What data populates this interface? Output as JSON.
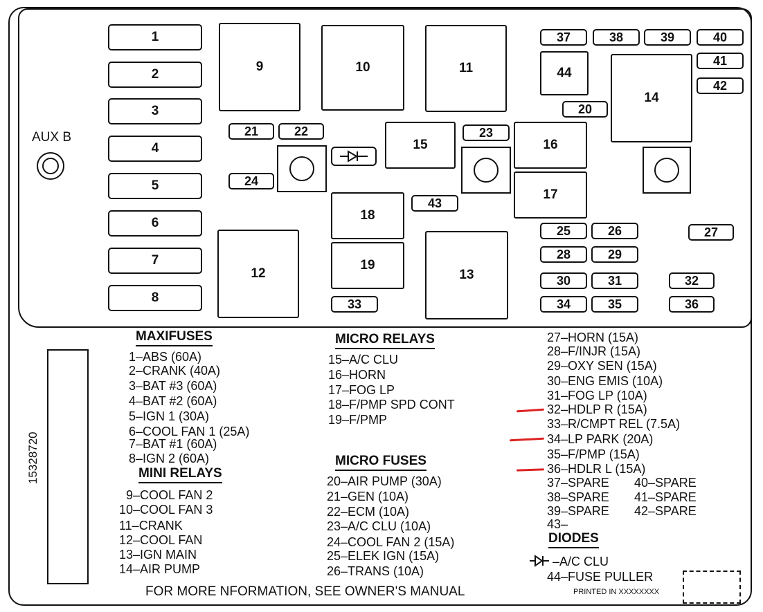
{
  "aux_label": "AUX B",
  "boxes": [
    {
      "id": "1",
      "label": "1"
    },
    {
      "id": "2",
      "label": "2"
    },
    {
      "id": "3",
      "label": "3"
    },
    {
      "id": "4",
      "label": "4"
    },
    {
      "id": "5",
      "label": "5"
    },
    {
      "id": "6",
      "label": "6"
    },
    {
      "id": "7",
      "label": "7"
    },
    {
      "id": "8",
      "label": "8"
    },
    {
      "id": "9",
      "label": "9"
    },
    {
      "id": "10",
      "label": "10"
    },
    {
      "id": "11",
      "label": "11"
    },
    {
      "id": "12",
      "label": "12"
    },
    {
      "id": "13",
      "label": "13"
    },
    {
      "id": "14",
      "label": "14"
    },
    {
      "id": "15",
      "label": "15"
    },
    {
      "id": "16",
      "label": "16"
    },
    {
      "id": "17",
      "label": "17"
    },
    {
      "id": "18",
      "label": "18"
    },
    {
      "id": "19",
      "label": "19"
    },
    {
      "id": "20",
      "label": "20"
    },
    {
      "id": "21",
      "label": "21"
    },
    {
      "id": "22",
      "label": "22"
    },
    {
      "id": "23",
      "label": "23"
    },
    {
      "id": "24",
      "label": "24"
    },
    {
      "id": "25",
      "label": "25"
    },
    {
      "id": "26",
      "label": "26"
    },
    {
      "id": "27",
      "label": "27"
    },
    {
      "id": "28",
      "label": "28"
    },
    {
      "id": "29",
      "label": "29"
    },
    {
      "id": "30",
      "label": "30"
    },
    {
      "id": "31",
      "label": "31"
    },
    {
      "id": "32",
      "label": "32"
    },
    {
      "id": "33",
      "label": "33"
    },
    {
      "id": "34",
      "label": "34"
    },
    {
      "id": "35",
      "label": "35"
    },
    {
      "id": "36",
      "label": "36"
    },
    {
      "id": "37",
      "label": "37"
    },
    {
      "id": "38",
      "label": "38"
    },
    {
      "id": "39",
      "label": "39"
    },
    {
      "id": "40",
      "label": "40"
    },
    {
      "id": "41",
      "label": "41"
    },
    {
      "id": "42",
      "label": "42"
    },
    {
      "id": "43",
      "label": "43"
    },
    {
      "id": "44",
      "label": "44"
    }
  ],
  "legend": {
    "maxifuses": {
      "title": "MAXIFUSES",
      "items": [
        "1–ABS (60A)",
        "2–CRANK (40A)",
        "3–BAT #3 (60A)",
        "4–BAT #2 (60A)",
        "5–IGN 1 (30A)",
        "6–COOL FAN 1 (25A)",
        "7–BAT #1 (60A)",
        "8–IGN 2 (60A)"
      ]
    },
    "mini_relays": {
      "title": "MINI RELAYS",
      "items": [
        "9–COOL FAN 2",
        "10–COOL FAN 3",
        "11–CRANK",
        "12–COOL FAN",
        "13–IGN MAIN",
        "14–AIR PUMP"
      ]
    },
    "micro_relays": {
      "title": "MICRO RELAYS",
      "items": [
        "15–A/C CLU",
        "16–HORN",
        "17–FOG LP",
        "18–F/PMP SPD CONT",
        "19–F/PMP"
      ]
    },
    "micro_fuses": {
      "title": "MICRO FUSES",
      "items": [
        "20–AIR PUMP (30A)",
        "21–GEN (10A)",
        "22–ECM (10A)",
        "23–A/C CLU (10A)",
        "24–COOL FAN 2 (15A)",
        "25–ELEK IGN (15A)",
        "26–TRANS (10A)"
      ]
    },
    "right_col": [
      "27–HORN (15A)",
      "28–F/INJR (15A)",
      "29–OXY SEN (15A)",
      "30–ENG EMIS (10A)",
      "31–FOG LP (10A)",
      "32–HDLP R (15A)",
      "33–R/CMPT REL (7.5A)",
      "34–LP PARK (20A)",
      "35–F/PMP (15A)",
      "36–HDLR L (15A)"
    ],
    "spares_left": [
      "37–SPARE",
      "38–SPARE",
      "39–SPARE",
      "43–"
    ],
    "spares_right": [
      "40–SPARE",
      "41–SPARE",
      "42–SPARE"
    ],
    "diodes": {
      "title": "DIODES",
      "items": [
        "–A/C CLU",
        "44–FUSE PULLER"
      ]
    }
  },
  "part_number": "15328720",
  "footer": "FOR MORE NFORMATION, SEE OWNER'S MANUAL",
  "printed_in": "PRINTED IN XXXXXXXX",
  "colors": {
    "line": "#111111",
    "marker": "#dd2222"
  }
}
